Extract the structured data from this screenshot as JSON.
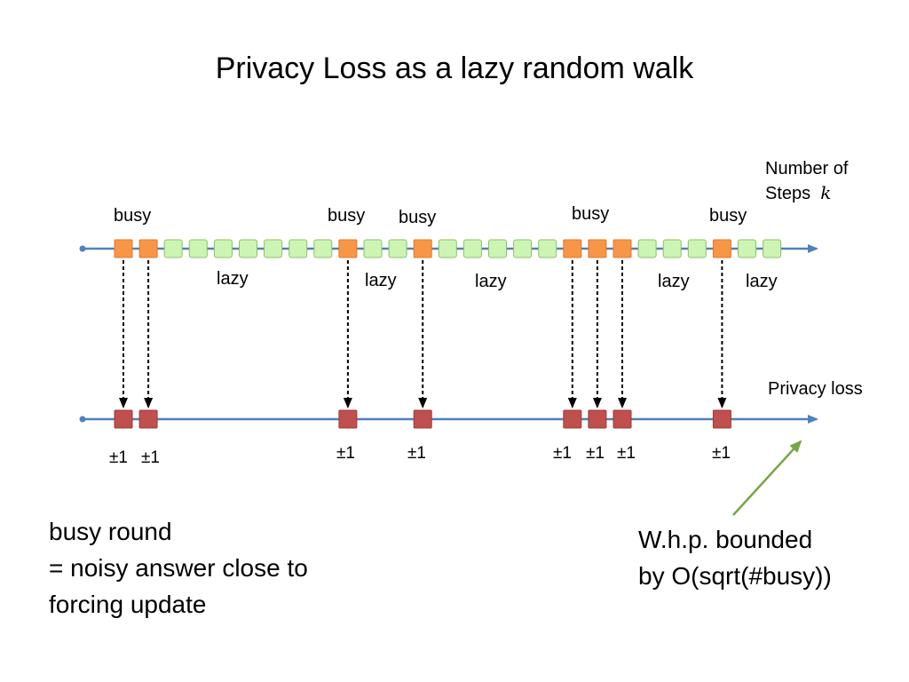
{
  "title": "Privacy Loss as a lazy random walk",
  "axis_top_label_line1": "Number of",
  "axis_top_label_line2": "Steps",
  "axis_top_symbol": "k",
  "axis_bottom_label": "Privacy loss",
  "busy_label": "busy",
  "lazy_label": "lazy",
  "plus_minus_label": "±1",
  "steps": [
    "busy",
    "busy",
    "lazy",
    "lazy",
    "lazy",
    "lazy",
    "lazy",
    "lazy",
    "lazy",
    "busy",
    "lazy",
    "lazy",
    "busy",
    "lazy",
    "lazy",
    "lazy",
    "lazy",
    "lazy",
    "busy",
    "busy",
    "busy",
    "lazy",
    "lazy",
    "lazy",
    "busy",
    "lazy",
    "lazy"
  ],
  "note_left_line1": "busy round",
  "note_left_line2": "= noisy answer close to",
  "note_left_line3": "forcing update",
  "note_right_line1": "W.h.p. bounded",
  "note_right_line2": "by O(sqrt(#busy))",
  "colors": {
    "axis": "#4f81bd",
    "busy": "#f79646",
    "lazy": "#ccf5b4",
    "lazy_border": "#8fbf6a",
    "loss": "#c0504d",
    "pointer_arrow": "#77a644"
  }
}
